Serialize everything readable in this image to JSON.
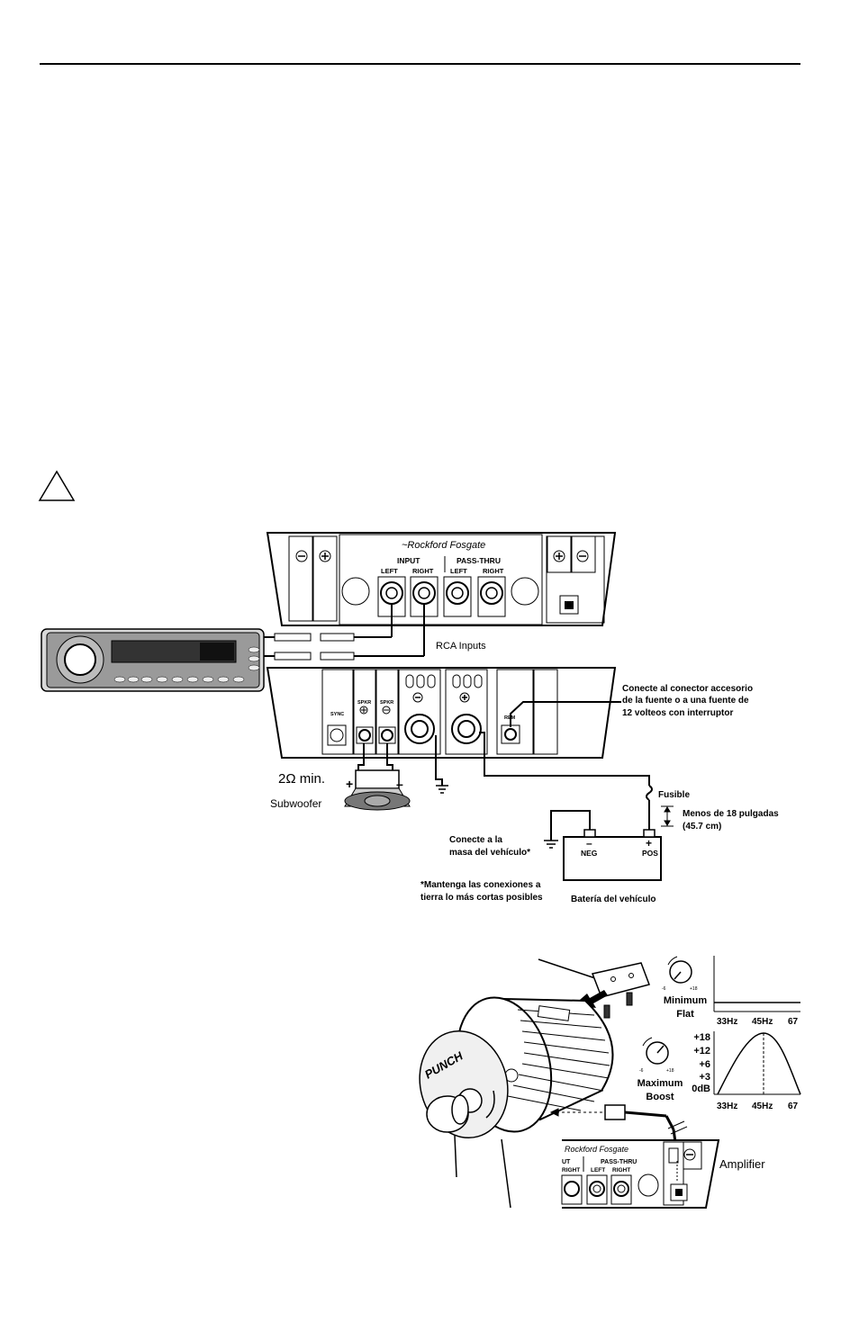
{
  "wiring": {
    "input_label": "INPUT",
    "pass_thru_label": "PASS-THRU",
    "left": "LEFT",
    "right": "RIGHT",
    "rca_inputs": "RCA Inputs",
    "sync": "SYNC",
    "spkr": "SPKR",
    "rem": "REM",
    "remote_note_1": "Conecte al conector accesorio",
    "remote_note_2": "de la fuente o a una fuente de",
    "remote_note_3": "12 volteos con interruptor",
    "impedance": "2Ω min.",
    "subwoofer": "Subwoofer",
    "fuse": "Fusible",
    "distance_1": "Menos de 18 pulgadas",
    "distance_2": "(45.7 cm)",
    "ground_note_1": "Conecte a la",
    "ground_note_2": "masa del vehículo*",
    "neg": "NEG",
    "pos": "POS",
    "battery": "Batería del vehículo",
    "keep_note_1": "*Mantenga las conexiones a",
    "keep_note_2": "tierra lo más cortas posibles",
    "plus": "+",
    "minus": "–"
  },
  "remote": {
    "knob_min_scale": "-6",
    "knob_max_scale": "+18",
    "minimum_1": "Minimum",
    "minimum_2": "Flat",
    "maximum_1": "Maximum",
    "maximum_2": "Boost",
    "freq_33": "33Hz",
    "freq_45": "45Hz",
    "freq_67": "67",
    "db_18": "+18",
    "db_12": "+12",
    "db_6": "+6",
    "db_3": "+3",
    "db_0": "0dB",
    "amplifier": "Amplifier",
    "punch": "PUNCH",
    "input_partial": "UT",
    "right": "RIGHT",
    "left": "LEFT",
    "pass_thru": "PASS-THRU"
  },
  "colors": {
    "ink": "#000000",
    "paper": "#ffffff",
    "panel_gray": "#e8e8e8",
    "dark_gray": "#555555"
  }
}
